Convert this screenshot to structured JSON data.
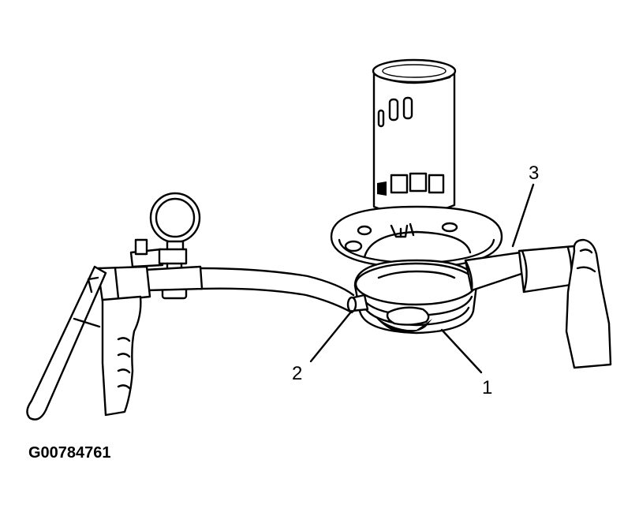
{
  "figure": {
    "figure_id": "G00784761",
    "callouts": [
      {
        "id": "1",
        "label": "1"
      },
      {
        "id": "2",
        "label": "2"
      },
      {
        "id": "3",
        "label": "3"
      }
    ],
    "colors": {
      "ink": "#000000",
      "paper": "#ffffff"
    }
  }
}
